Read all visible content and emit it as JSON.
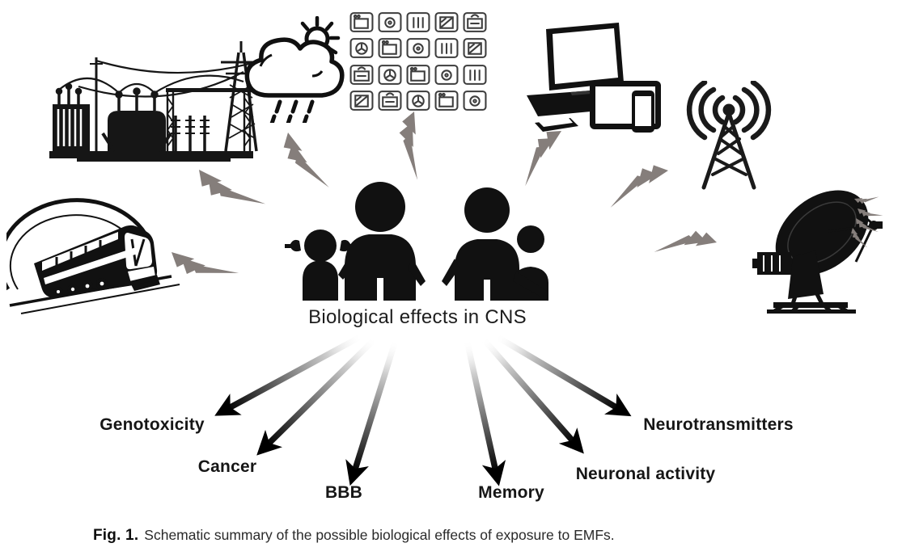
{
  "center": {
    "label": "Biological effects in CNS"
  },
  "caption": {
    "fig_label": "Fig. 1.",
    "text": "Schematic summary of the possible biological effects of exposure to EMFs."
  },
  "effects": [
    "Genotoxicity",
    "Cancer",
    "BBB",
    "Memory",
    "Neuronal activity",
    "Neurotransmitters"
  ],
  "sources": {
    "power_station": "power station and transmission lines",
    "weather": "thundercloud with sun and rain",
    "appliances": {
      "label": "household appliances",
      "items": [
        "washing-machine",
        "microwave",
        "coffee-grinder",
        "iron",
        "desk-lamp",
        "rice-cooker",
        "speakers",
        "grater",
        "heater",
        "vacuum-cleaner",
        "hand-mixer",
        "blender",
        "juicer",
        "kitchen-scale",
        "television",
        "kettle",
        "frying-pan",
        "cooker",
        "radio",
        "fan"
      ]
    },
    "devices": "laptop, tablet and smartphones",
    "antenna_tower": "radio antenna tower",
    "satellite_dish": "satellite dish antenna",
    "train": "electric metro train",
    "target": "family silhouette"
  },
  "colors": {
    "ink": "#1b1b1b",
    "bolt": "#857e7b",
    "appliance": "#3d3d3d",
    "arrow_dark": "#000000",
    "arrow_light": "#ffffff"
  }
}
